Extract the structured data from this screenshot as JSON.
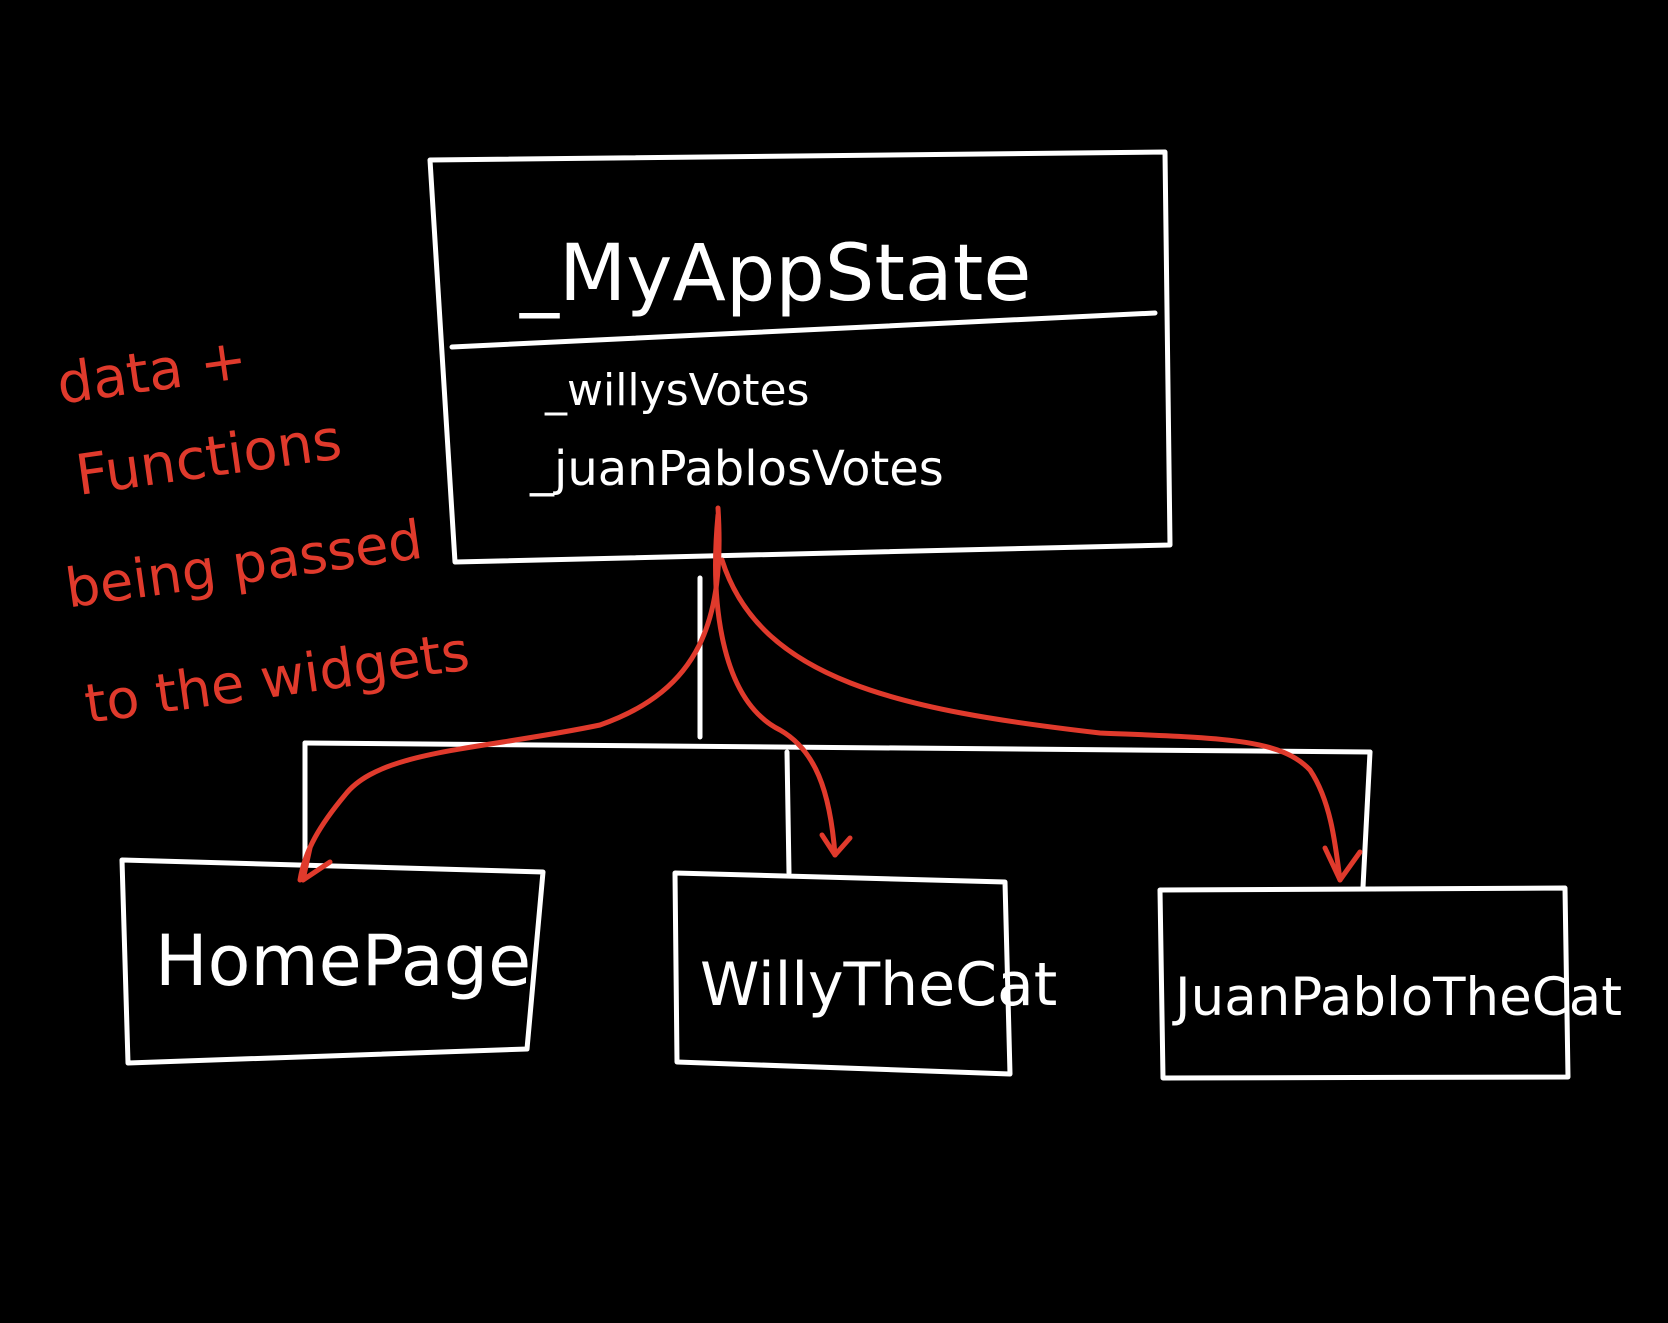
{
  "root": {
    "title": "_MyAppState",
    "fields": [
      "_willysVotes",
      "_juanPablosVotes"
    ]
  },
  "children": [
    {
      "label": "HomePage"
    },
    {
      "label": "WillyTheCat"
    },
    {
      "label": "JuanPabloTheCat"
    }
  ],
  "annotation": {
    "lines": [
      "data +",
      "Functions",
      "being passed",
      "to the widgets"
    ]
  },
  "colors": {
    "background": "#000000",
    "stroke": "#ffffff",
    "accent": "#e03a2c"
  }
}
